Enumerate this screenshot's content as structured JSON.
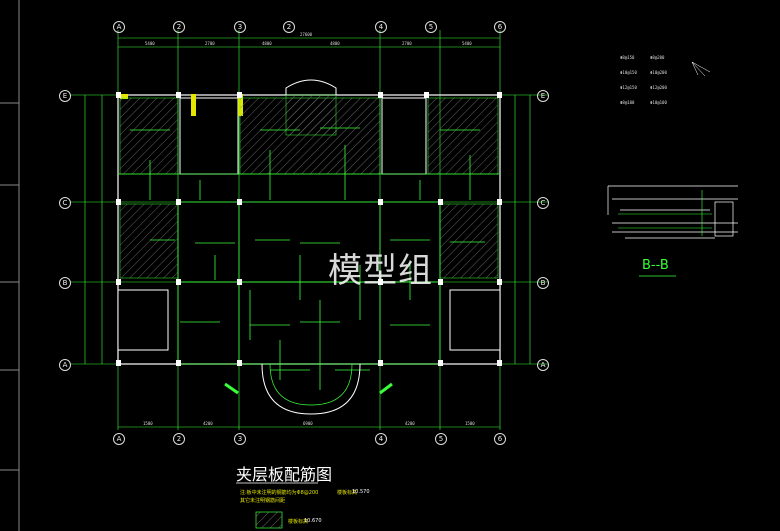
{
  "drawing": {
    "title": "夹层板配筋图",
    "watermark": "模型组",
    "section_label": "B--B",
    "note_line1": "注:板中未注明的钢筋均为Φ8@200",
    "note_line2": "其它未注明钢筋间距",
    "elev_label1": "楼板标高",
    "elev_value1": "10.570",
    "elev_label2": "楼板标高",
    "elev_value2": "10.670"
  },
  "axes": {
    "top": [
      "A",
      "2",
      "3",
      "2",
      "4",
      "5",
      "6"
    ],
    "bottom": [
      "A",
      "2",
      "3",
      "4",
      "5",
      "6"
    ],
    "left": [
      "E",
      "C",
      "B",
      "A"
    ],
    "right": [
      "E",
      "C",
      "B",
      "A"
    ]
  },
  "dims": {
    "top_total": "27600",
    "top_parts": [
      "5400",
      "2700",
      "4800",
      "4800",
      "2700",
      "5400"
    ],
    "bottom_parts": [
      "1500",
      "4200",
      "6900",
      "4200",
      "1500"
    ]
  },
  "legend": {
    "items": [
      "Φ8@150",
      "Φ8@200",
      "Φ10@150",
      "Φ10@200",
      "Φ12@150",
      "Φ12@200",
      "Φ8@100",
      "Φ10@100"
    ]
  },
  "colors": {
    "line": "#39ff3a",
    "wall": "#e6e600",
    "white": "#ffffff",
    "green_hatch": "#7fff7f"
  }
}
